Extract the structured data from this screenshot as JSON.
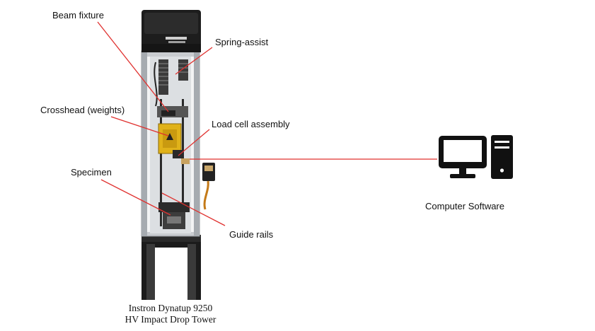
{
  "labels": {
    "beam_fixture": "Beam fixture",
    "spring_assist": "Spring-assist",
    "crosshead": "Crosshead (weights)",
    "load_cell": "Load cell assembly",
    "specimen": "Specimen",
    "guide_rails": "Guide rails",
    "computer": "Computer Software"
  },
  "caption": {
    "line1": "Instron Dynatup 9250",
    "line2": "HV Impact Drop Tower"
  },
  "colors": {
    "leader_line": "#e0312f",
    "frame": "#9aa0a6",
    "machine_dark": "#1b1b1b",
    "crosshead_yellow": "#e0b21a",
    "computer_icon": "#111111"
  },
  "icons": {
    "computer": "desktop-computer-icon"
  }
}
